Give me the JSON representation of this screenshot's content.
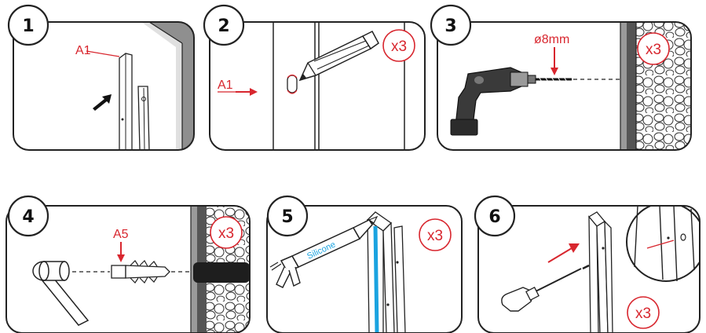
{
  "steps": [
    {
      "number": "1",
      "labels": [
        "A1"
      ]
    },
    {
      "number": "2",
      "labels": [
        "A1"
      ],
      "badge": "x3"
    },
    {
      "number": "3",
      "labels": [
        "ø8mm"
      ],
      "badge": "x3"
    },
    {
      "number": "4",
      "labels": [
        "A5"
      ],
      "badge": "x3"
    },
    {
      "number": "5",
      "labels": [
        "Silicone"
      ],
      "badge": "x3"
    },
    {
      "number": "6",
      "badge": "x3"
    }
  ],
  "colors": {
    "accent": "#d8262e",
    "outline": "#222222",
    "silicone": "#1aa3e0",
    "wall": "#9a9a9a"
  },
  "icons": [
    "arrow-icon",
    "pencil-icon",
    "drill-icon",
    "hammer-icon",
    "wall-plug-icon",
    "silicone-gun-icon",
    "screwdriver-icon",
    "screw-icon",
    "magnifier-icon"
  ]
}
